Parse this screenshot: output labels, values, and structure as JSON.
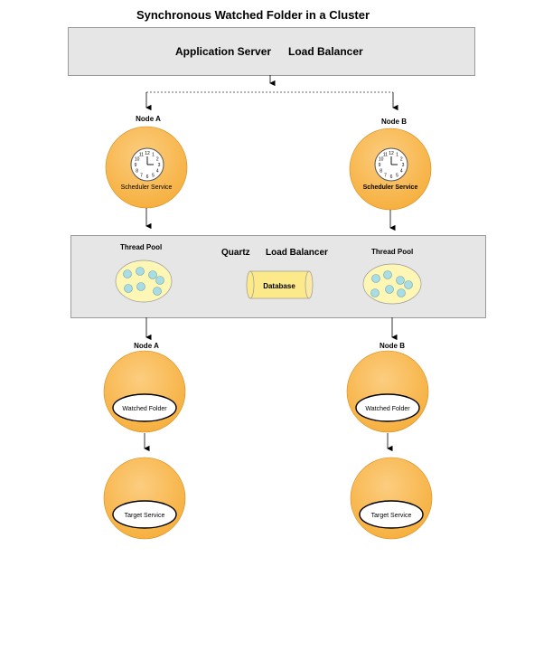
{
  "title": "Synchronous Watched Folder in a Cluster",
  "top_panel": {
    "app_server": "Application Server",
    "load_balancer": "Load Balancer"
  },
  "node_a_top": {
    "label": "Node A",
    "service": "Scheduler Service"
  },
  "node_b_top": {
    "label": "Node B",
    "service": "Scheduler Service"
  },
  "clock_numbers": [
    "12",
    "1",
    "2",
    "3",
    "4",
    "5",
    "6",
    "7",
    "8",
    "9",
    "10",
    "11"
  ],
  "middle_panel": {
    "thread_pool_left": "Thread Pool",
    "quartz": "Quartz",
    "load_balancer": "Load Balancer",
    "thread_pool_right": "Thread Pool",
    "database": "Database"
  },
  "node_a_bottom": {
    "label": "Node A",
    "folder": "Watched Folder",
    "target": "Target Service"
  },
  "node_b_bottom": {
    "label": "Node B",
    "folder": "Watched Folder",
    "target": "Target Service"
  },
  "colors": {
    "node_fill": "#f8b64a",
    "node_highlight": "#fcd089",
    "pool_fill": "#fdf6b4",
    "thread_fill": "#a9dde6",
    "database_fill": "#fbe98a",
    "panel_fill": "#e6e6e6"
  }
}
